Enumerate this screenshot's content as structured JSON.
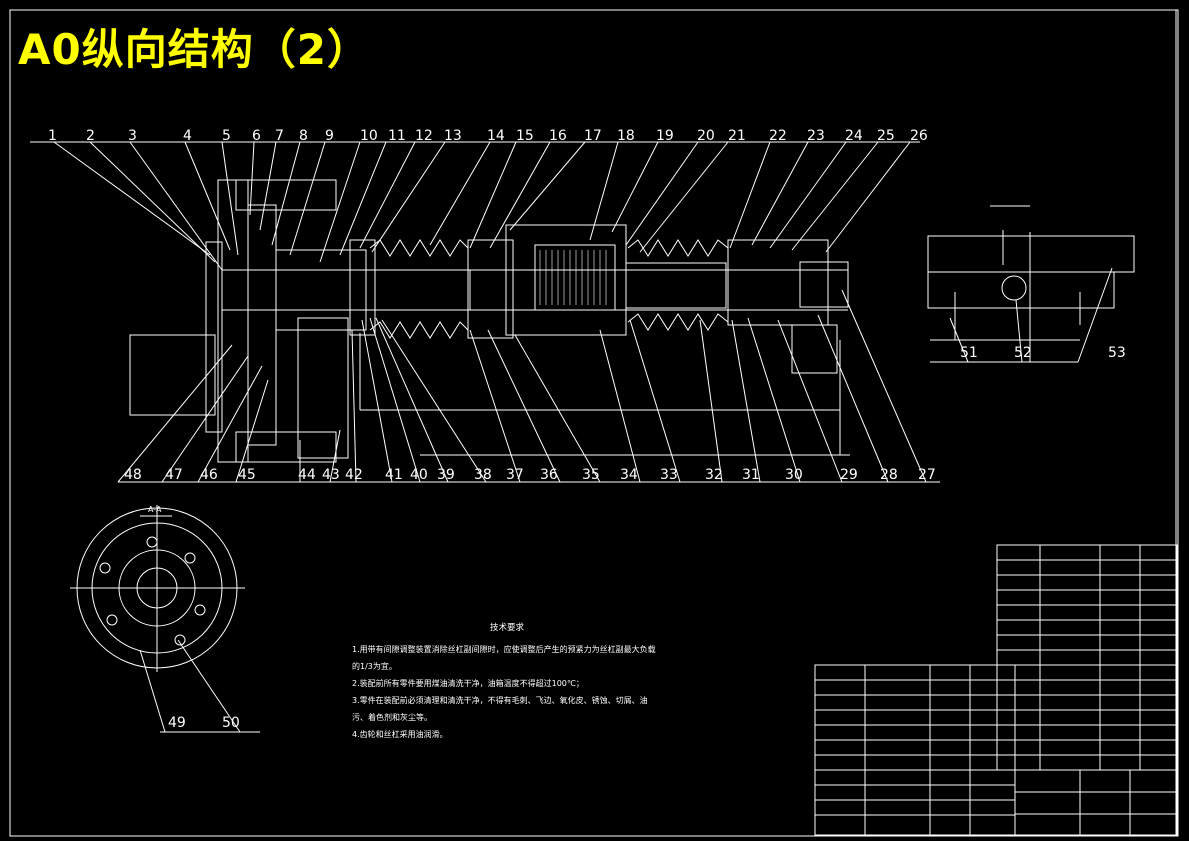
{
  "title": "A0纵向结构（2）",
  "colors": {
    "background": "#000000",
    "title": "#ffff00",
    "lines": "#ffffff"
  },
  "top_labels": [
    "1",
    "2",
    "3",
    "4",
    "5",
    "6",
    "7",
    "8",
    "9",
    "10",
    "11",
    "12",
    "13",
    "14",
    "15",
    "16",
    "17",
    "18",
    "19",
    "20",
    "21",
    "22",
    "23",
    "24",
    "25",
    "26"
  ],
  "bottom_labels": [
    "48",
    "47",
    "46",
    "45",
    "44",
    "43",
    "42",
    "41",
    "40",
    "39",
    "38",
    "37",
    "36",
    "35",
    "34",
    "33",
    "32",
    "31",
    "30",
    "29",
    "28",
    "27"
  ],
  "section_b": {
    "labels": [
      "51",
      "52",
      "53"
    ]
  },
  "section_a": {
    "title": "A-A",
    "labels": [
      "49",
      "50"
    ]
  },
  "notes": {
    "title": "技术要求",
    "lines": [
      "1.用带有间隙调整装置消除丝杠副间隙时，应使调整后产生的预紧力为丝杠副最大负载的1/3为宜。",
      "2.装配前所有零件要用煤油清洗干净，油箱温度不得超过100℃；",
      "3.零件在装配前必须清理和清洗干净，不得有毛刺、飞边、氧化皮、锈蚀、切屑、油污、着色剂和灰尘等。",
      "4.齿轮和丝杠采用油润滑。"
    ]
  }
}
